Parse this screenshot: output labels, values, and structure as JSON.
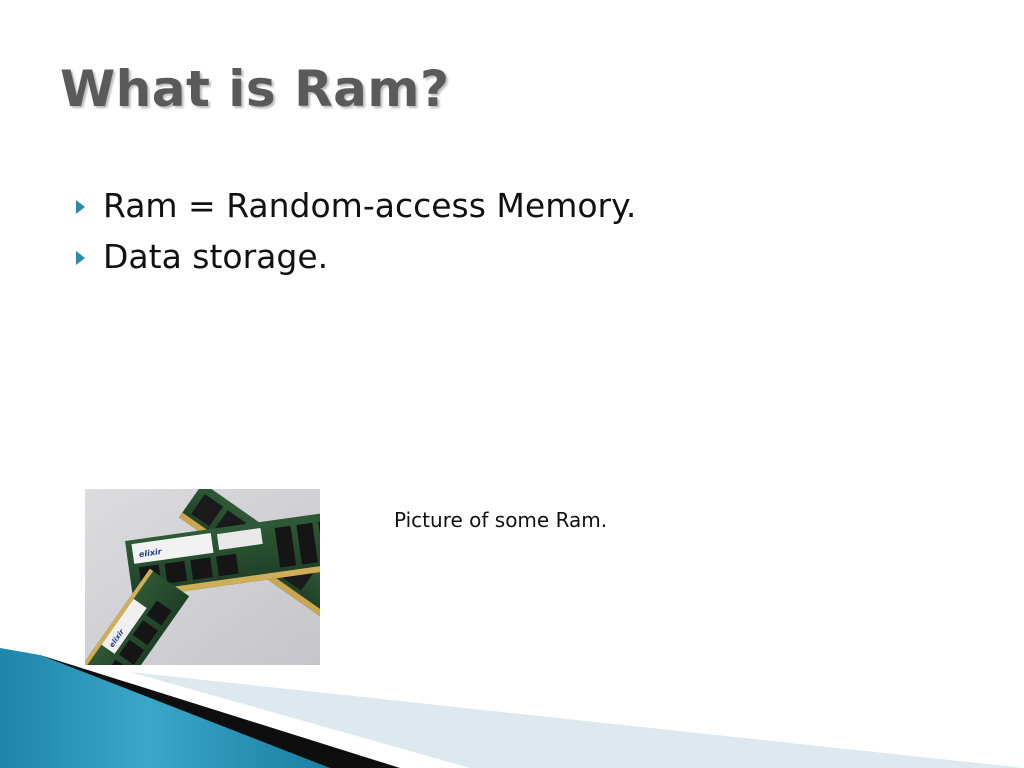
{
  "slide": {
    "title": "What is Ram?",
    "bullets": [
      "Ram = Random-access Memory.",
      "Data storage."
    ],
    "image_caption": "Picture of some Ram.",
    "image_label_1": "elixir",
    "image_label_2": "elixir"
  },
  "colors": {
    "title": "#5a5a5a",
    "bullet_marker": "#2a8aa8",
    "deco_blue": "#2a8fb0",
    "deco_light": "#dfe9ef",
    "deco_dark": "#0d0d0d"
  },
  "icons": {
    "bullet": "triangle-right-icon"
  }
}
